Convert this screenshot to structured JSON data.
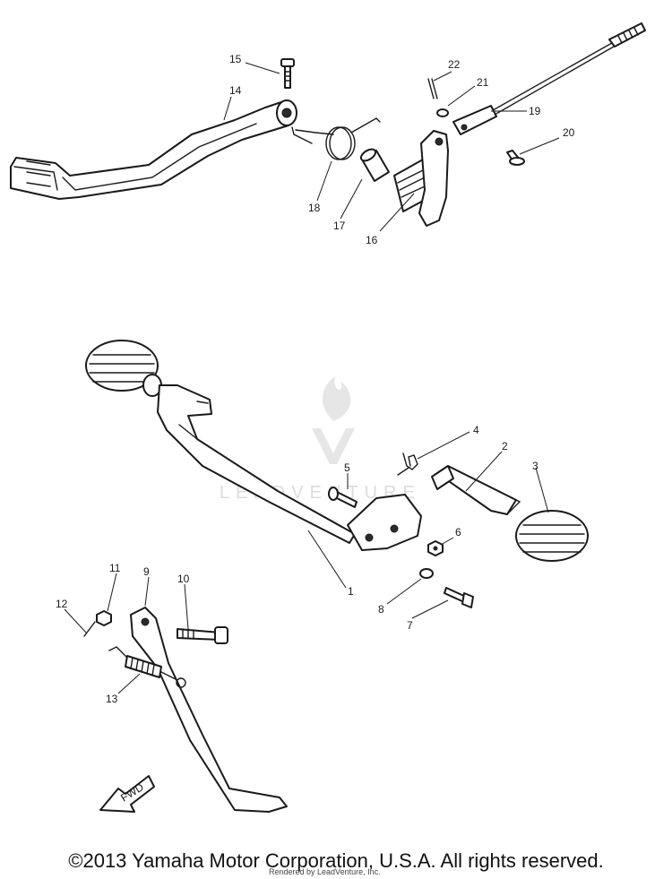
{
  "watermark": {
    "brand": "LEADVENTURE",
    "logo": "leadventure-flame-v-logo"
  },
  "callouts": {
    "c1": "1",
    "c2": "2",
    "c3": "3",
    "c4": "4",
    "c5": "5",
    "c6": "6",
    "c7": "7",
    "c8": "8",
    "c9": "9",
    "c10": "10",
    "c11": "11",
    "c12": "12",
    "c13": "13",
    "c14": "14",
    "c15": "15",
    "c16": "16",
    "c17": "17",
    "c18": "18",
    "c19": "19",
    "c20": "20",
    "c21": "21",
    "c22": "22"
  },
  "fwd_label": "FWD",
  "footer": {
    "copyright": "©2013 Yamaha Motor Corporation, U.S.A. All rights reserved.",
    "rendered_by": "Rendered by LeadVenture, Inc."
  },
  "colors": {
    "line": "#1a1a1a",
    "background": "#ffffff",
    "watermark": "#dcdcdc"
  }
}
